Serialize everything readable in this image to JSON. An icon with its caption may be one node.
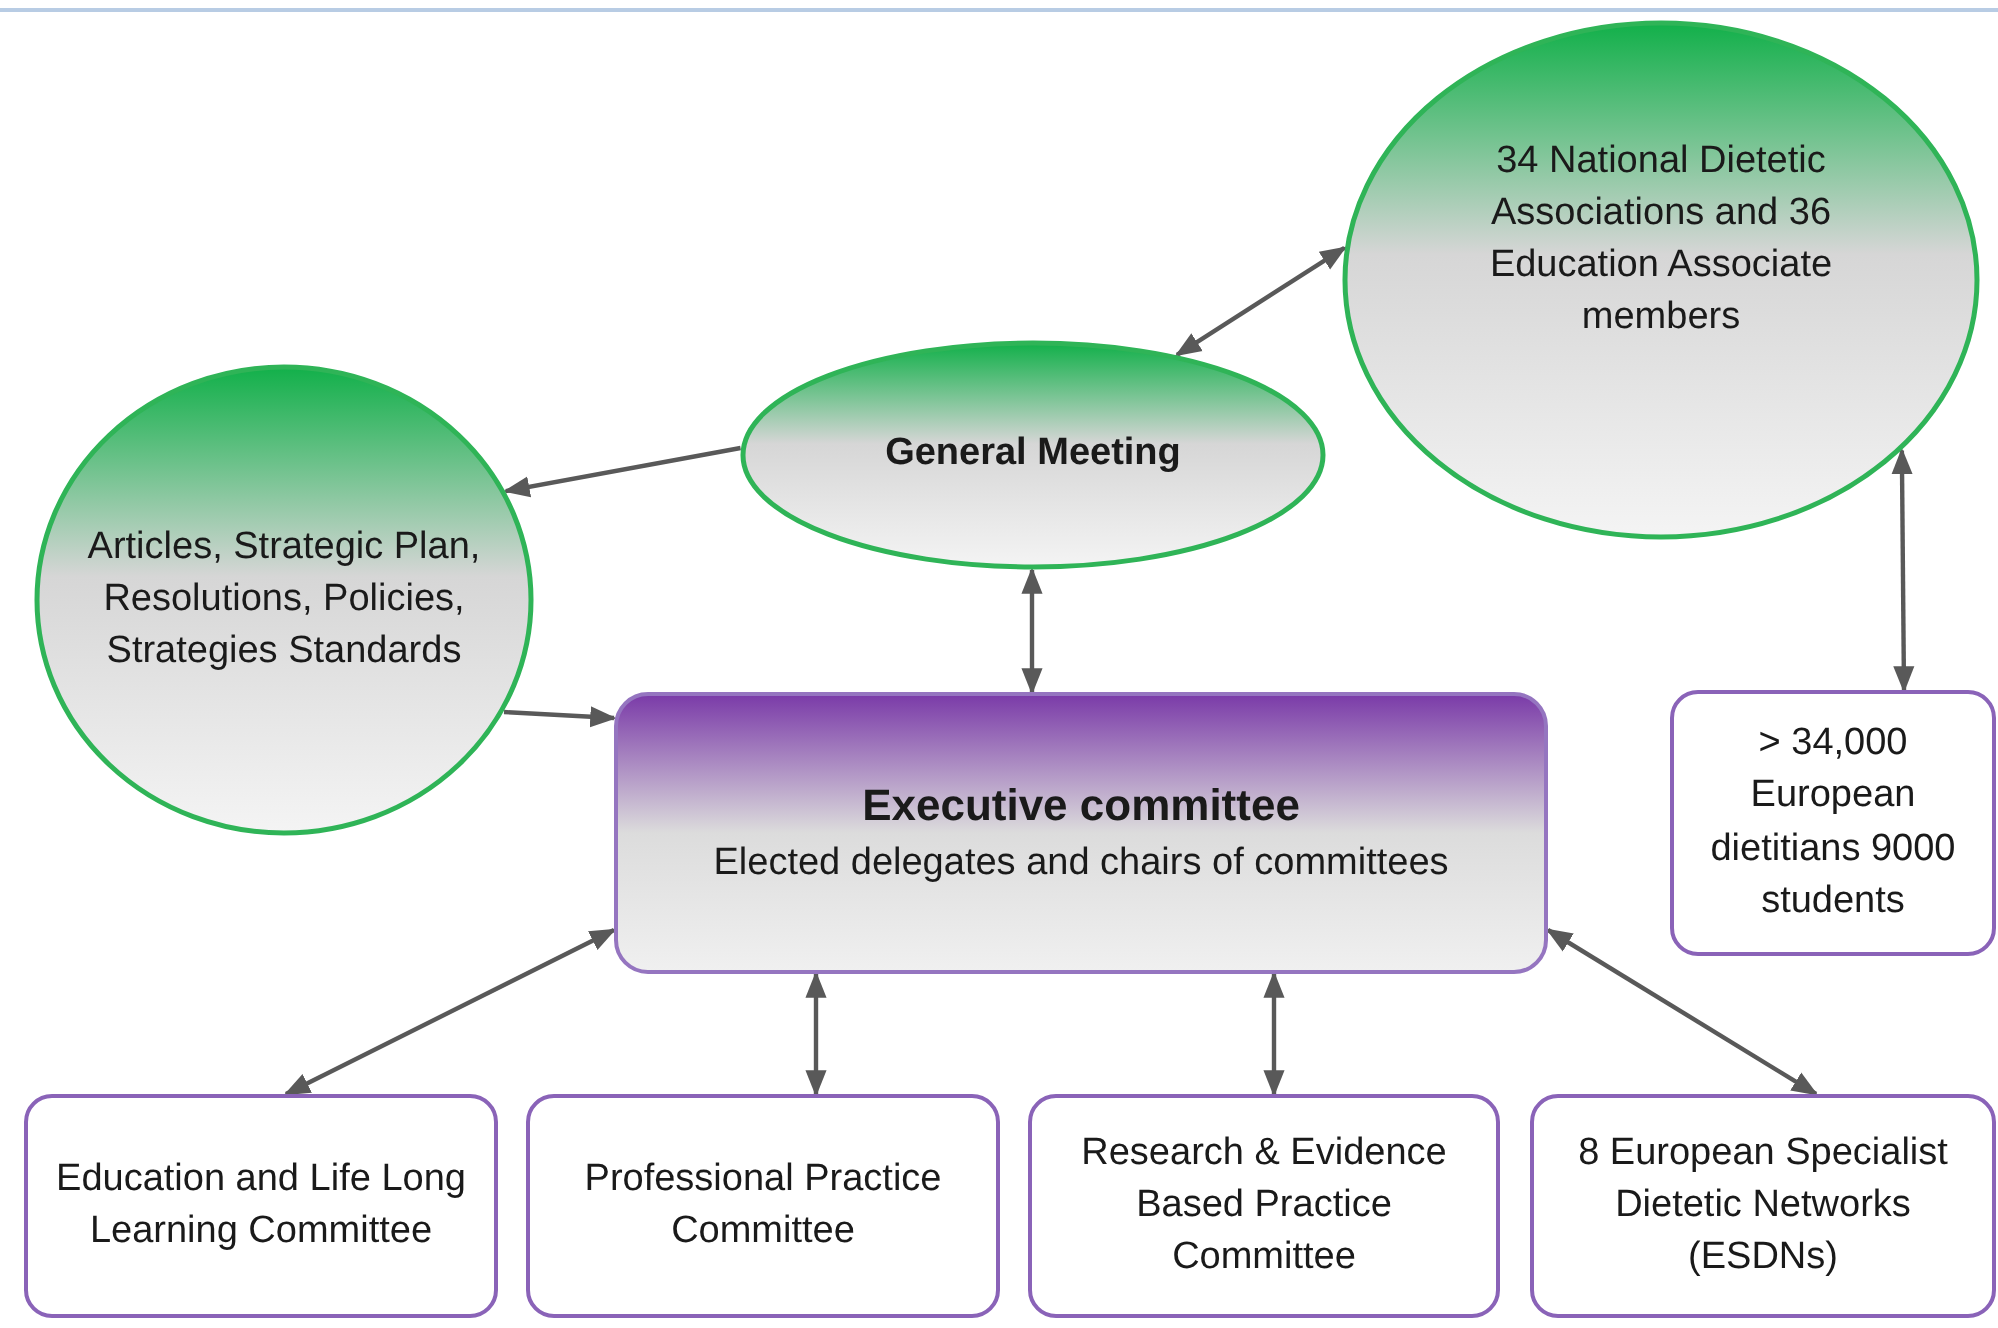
{
  "diagram": {
    "nodes": [
      {
        "text": [
          "Articles, Strategic Plan, Resolutions, Policies, Strategies Standards"
        ]
      },
      {
        "text": [
          "General Meeting"
        ]
      },
      {
        "text": [
          "34 National Dietetic Associations and 36 Education Associate members"
        ]
      },
      {
        "text": [
          "Executive committee",
          "Elected delegates and chairs of committees"
        ]
      },
      {
        "text": [
          "> 34,000 European dietitians 9000 students"
        ]
      },
      {
        "text": [
          "Education and Life Long Learning Committee"
        ]
      },
      {
        "text": [
          "Professional Practice Committee"
        ]
      },
      {
        "text": [
          "Research & Evidence Based Practice Committee"
        ]
      },
      {
        "text": [
          "8 European Specialist Dietetic Networks (ESDNs)"
        ]
      }
    ],
    "edges": [
      {
        "from": 1,
        "to": 2,
        "arrow": "both"
      },
      {
        "from": 1,
        "to": 0,
        "arrow": "to"
      },
      {
        "from": 1,
        "to": 3,
        "arrow": "both"
      },
      {
        "from": 0,
        "to": 3,
        "arrow": "to"
      },
      {
        "from": 2,
        "to": 4,
        "arrow": "both"
      },
      {
        "from": 3,
        "to": 5,
        "arrow": "both"
      },
      {
        "from": 3,
        "to": 6,
        "arrow": "both"
      },
      {
        "from": 3,
        "to": 7,
        "arrow": "both"
      },
      {
        "from": 3,
        "to": 8,
        "arrow": "both"
      }
    ]
  }
}
